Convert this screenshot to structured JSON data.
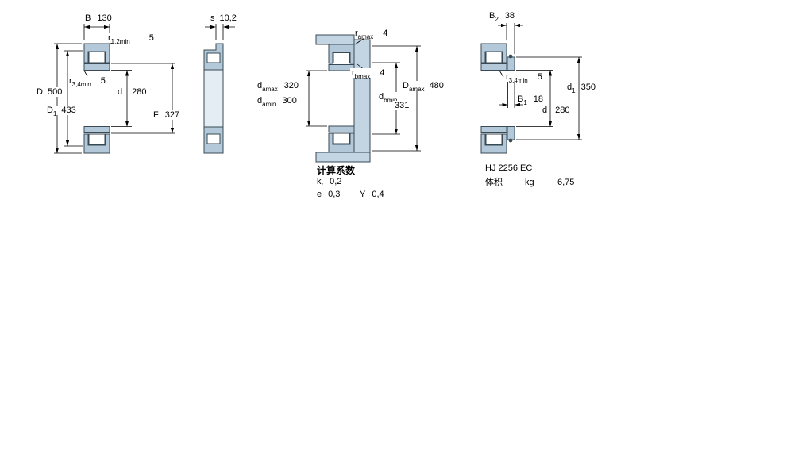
{
  "colors": {
    "bearing_fill": "#b3c9da",
    "abutment_fill": "#c3d4e2",
    "outline": "#3a4a55",
    "dimension_lines": "#000000",
    "background": "#ffffff"
  },
  "view1": {
    "B": {
      "sym": "B",
      "sub": "",
      "val": "130"
    },
    "r12": {
      "sym": "r",
      "sub": "1,2min",
      "val": "5"
    },
    "r34": {
      "sym": "r",
      "sub": "3,4min",
      "val": "5"
    },
    "D": {
      "sym": "D",
      "sub": "",
      "val": "500"
    },
    "D1": {
      "sym": "D",
      "sub": "1",
      "val": "433"
    },
    "d": {
      "sym": "d",
      "sub": "",
      "val": "280"
    },
    "F": {
      "sym": "F",
      "sub": "",
      "val": "327"
    }
  },
  "view2": {
    "s": {
      "sym": "s",
      "sub": "",
      "val": "10,2"
    }
  },
  "view3": {
    "ramax": {
      "sym": "r",
      "sub": "amax",
      "val": "4"
    },
    "rbmax": {
      "sym": "r",
      "sub": "bmax",
      "val": "4"
    },
    "damax": {
      "sym": "d",
      "sub": "amax",
      "val": "320"
    },
    "damin": {
      "sym": "d",
      "sub": "amin",
      "val": "300"
    },
    "Damax": {
      "sym": "D",
      "sub": "amax",
      "val": "480"
    },
    "dbmin": {
      "sym": "d",
      "sub": "bmin",
      "val": "331"
    },
    "calc": {
      "title": "计算系数",
      "kr": {
        "sym": "k",
        "sub": "r",
        "val": "0,2"
      },
      "e": {
        "sym": "e",
        "sub": "",
        "val": "0,3"
      },
      "Y": {
        "sym": "Y",
        "sub": "",
        "val": "0,4"
      }
    }
  },
  "view4": {
    "B2": {
      "sym": "B",
      "sub": "2",
      "val": "38"
    },
    "r34": {
      "sym": "r",
      "sub": "3,4min",
      "val": "5"
    },
    "B1": {
      "sym": "B",
      "sub": "1",
      "val": "18"
    },
    "d": {
      "sym": "d",
      "sub": "",
      "val": "280"
    },
    "d1": {
      "sym": "d",
      "sub": "1",
      "val": "350"
    },
    "designation": "HJ 2256 EC",
    "mass_label": "体积",
    "mass_unit": "kg",
    "mass_value": "6,75"
  }
}
